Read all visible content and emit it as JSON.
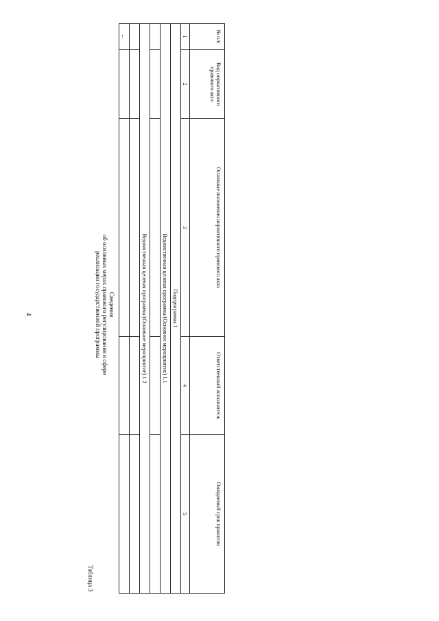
{
  "page_number": "4",
  "table_label": "Таблица 3",
  "heading": {
    "line1": "Сведения",
    "line2": "об основных мерах правового регулирования в сфере",
    "line3": "реализации государственной программы"
  },
  "table": {
    "headers": [
      "№ п/п",
      "Вид нормативного правового акта",
      "Основные положения нормативного правового акта",
      "Ответственный исполнитель",
      "Ожидаемый срок принятия"
    ],
    "column_numbers": [
      "1",
      "2",
      "3",
      "4",
      "5"
    ],
    "section_rows": [
      "Подпрограмма 1",
      "Ведомственная целевая программа/(Основное мероприятие) 1.1",
      "Ведомственная целевая программа/(Основное мероприятие) 1.2"
    ],
    "last_row_marker": "..."
  }
}
